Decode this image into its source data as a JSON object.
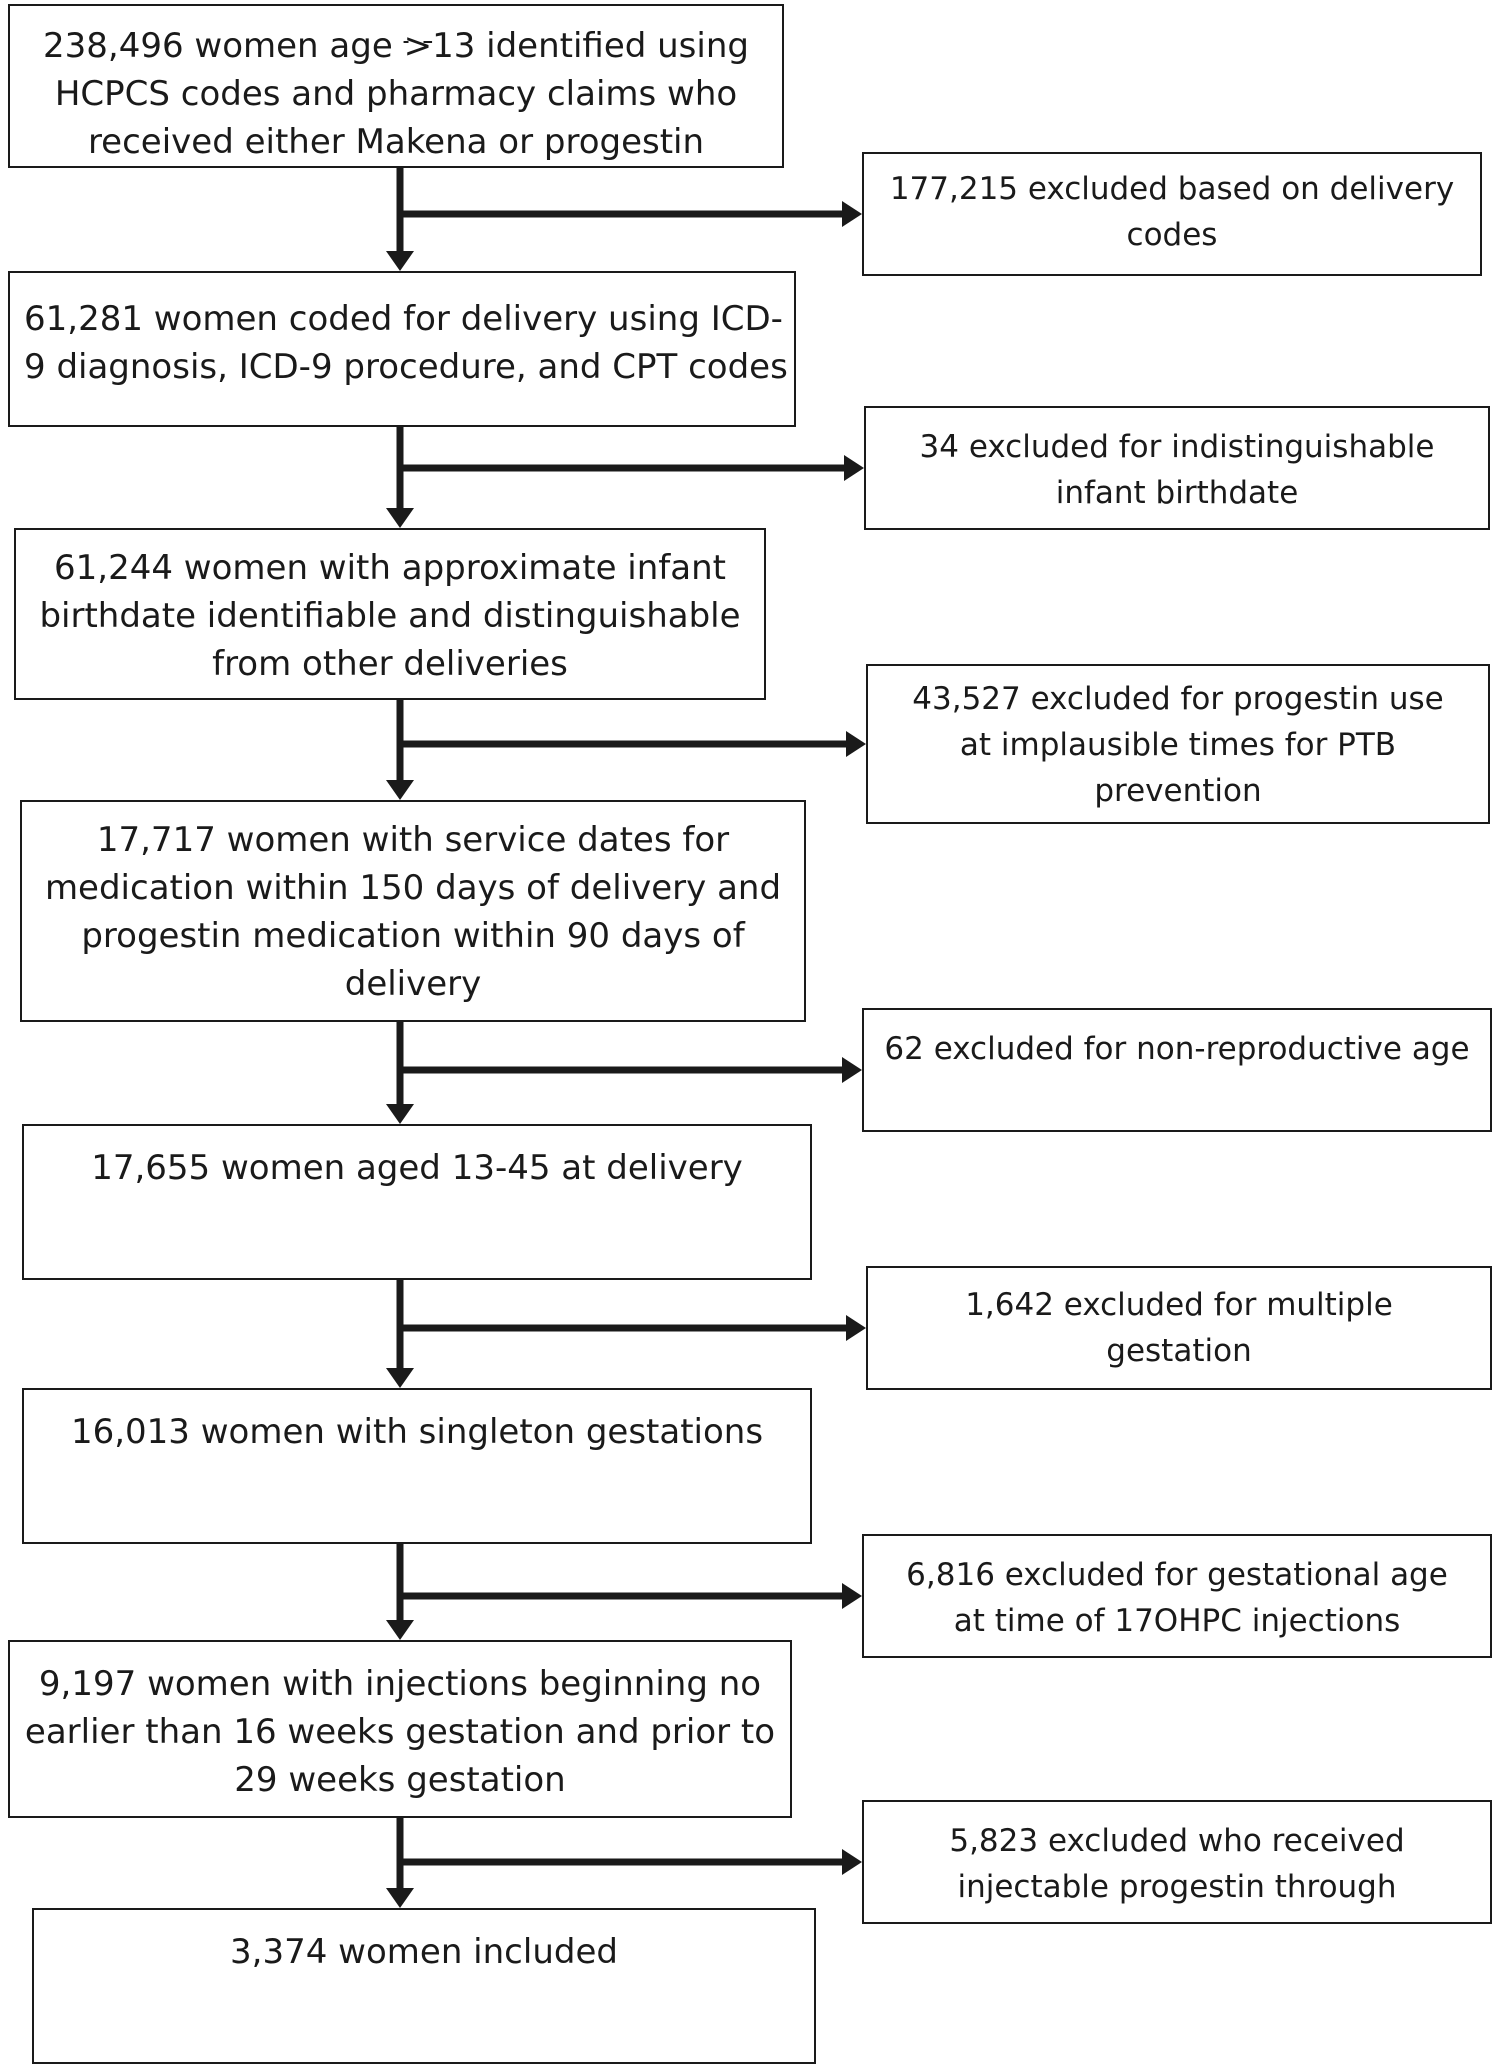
{
  "flow": {
    "main_boxes": [
      {
        "lines": [
          "238,496 women age ≥13 identified using",
          "HCPCS codes and pharmacy claims who",
          "received either Makena or progestin"
        ]
      },
      {
        "lines": [
          "61,281 women coded for delivery using ICD-",
          "9 diagnosis, ICD-9 procedure, and CPT codes"
        ]
      },
      {
        "lines": [
          "61,244 women with approximate infant",
          "birthdate identifiable and distinguishable",
          "from other deliveries"
        ]
      },
      {
        "lines": [
          "17,717 women with service dates for",
          "medication within 150 days of delivery and",
          "progestin medication within 90 days of",
          "delivery"
        ]
      },
      {
        "lines": [
          "17,655 women aged 13-45 at delivery"
        ]
      },
      {
        "lines": [
          "16,013 women with singleton gestations"
        ]
      },
      {
        "lines": [
          "9,197 women with injections beginning no",
          "earlier than 16 weeks gestation and prior to",
          "29 weeks gestation"
        ]
      },
      {
        "lines": [
          "3,374 women included"
        ]
      }
    ],
    "exclusion_boxes": [
      {
        "lines": [
          "177,215 excluded based on delivery",
          "codes"
        ]
      },
      {
        "lines": [
          "34 excluded for indistinguishable",
          "infant birthdate"
        ]
      },
      {
        "lines": [
          "43,527 excluded for progestin use",
          "at implausible times for PTB",
          "prevention"
        ]
      },
      {
        "lines": [
          "62 excluded for non-reproductive age"
        ]
      },
      {
        "lines": [
          "1,642 excluded for multiple",
          "gestation"
        ]
      },
      {
        "lines": [
          "6,816 excluded for gestational age",
          "at time of 17OHPC injections"
        ]
      },
      {
        "lines": [
          "5,823 excluded who received",
          "injectable progestin through"
        ]
      }
    ]
  }
}
